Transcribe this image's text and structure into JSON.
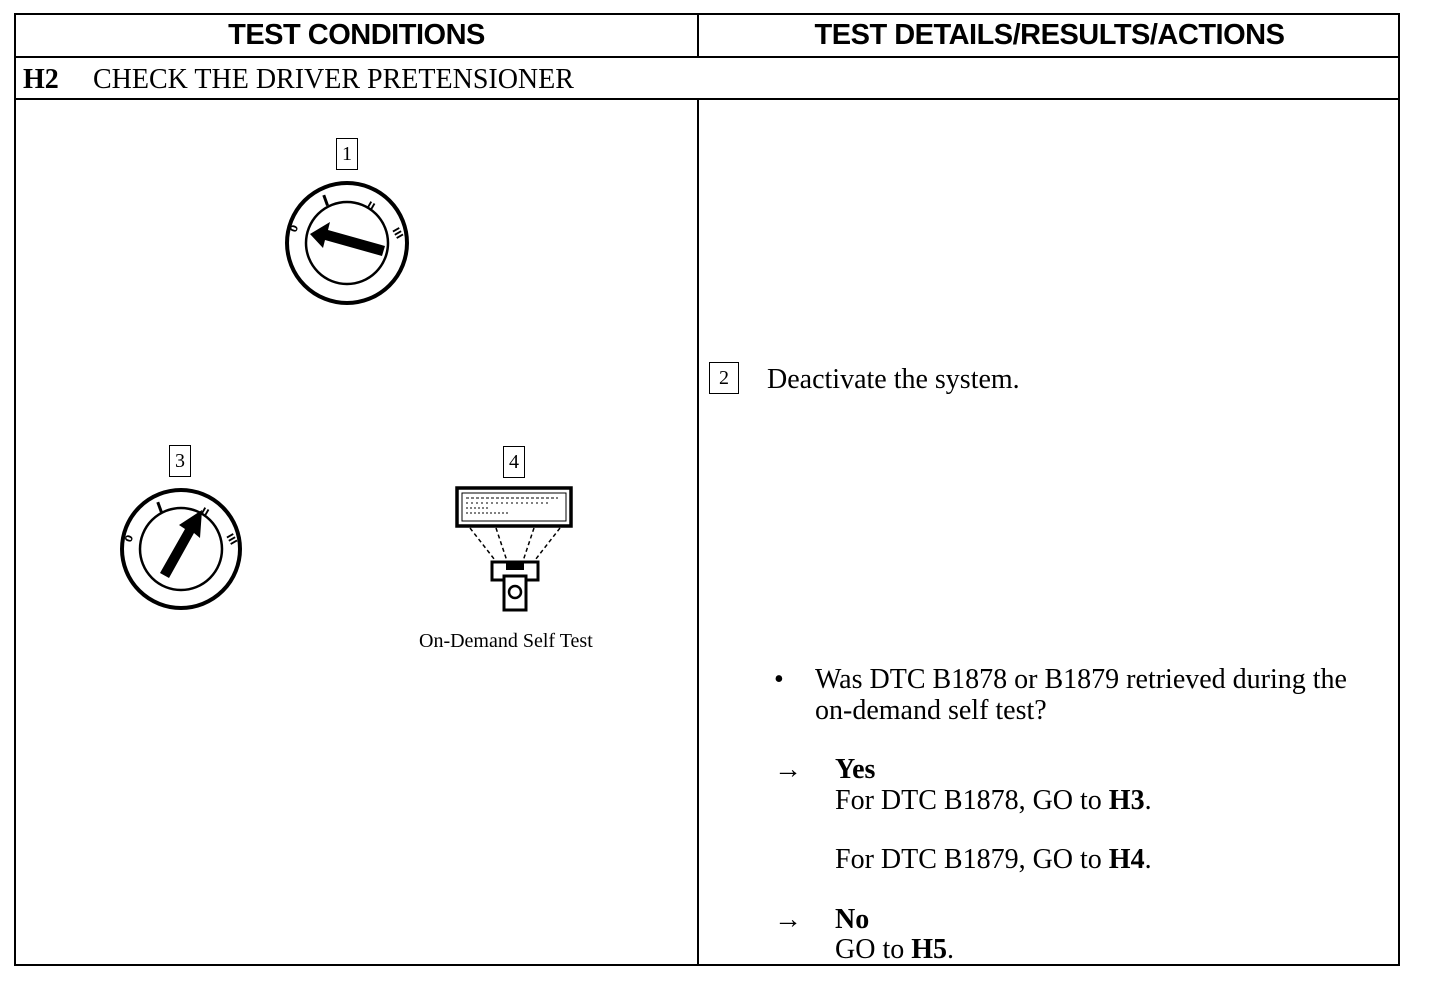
{
  "header": {
    "left": "TEST CONDITIONS",
    "right": "TEST DETAILS/RESULTS/ACTIONS"
  },
  "step": {
    "id": "H2",
    "title": "CHECK THE DRIVER PRETENSIONER"
  },
  "conditions": {
    "callout_1": "1",
    "callout_3": "3",
    "callout_4": "4",
    "tester_caption": "On-Demand Self Test"
  },
  "details": {
    "action_number": "2",
    "action_text": "Deactivate the system.",
    "bullet": "•",
    "question_line1": "Was DTC B1878 or B1879 retrieved during the",
    "question_line2": "on-demand self test?",
    "arrow": "→",
    "yes_label": "Yes",
    "yes_line1_prefix": "For DTC B1878, GO to ",
    "yes_line1_target": "H3",
    "yes_line2_prefix": "For DTC B1879, GO to ",
    "yes_line2_target": "H4",
    "no_label": "No",
    "no_line_prefix": "GO to ",
    "no_line_target": "H5",
    "period": "."
  },
  "icons": [
    "ignition-off-icon",
    "ignition-run-icon",
    "scan-tool-icon",
    "arrow-right-icon"
  ]
}
